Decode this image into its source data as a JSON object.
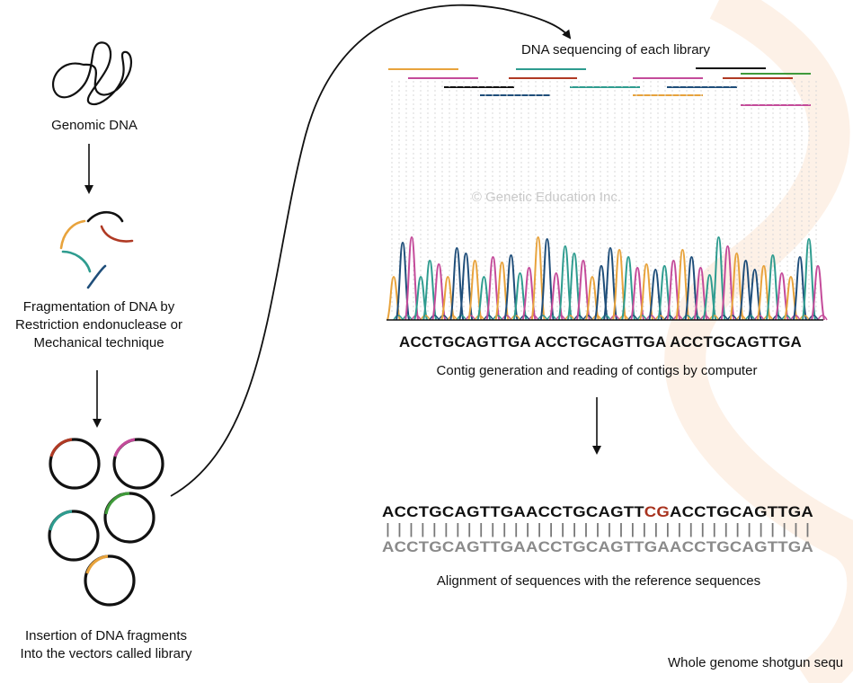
{
  "labels": {
    "genomic_dna": "Genomic DNA",
    "fragmentation_1": "Fragmentation of DNA by",
    "fragmentation_2": "Restriction endonuclease or",
    "fragmentation_3": "Mechanical technique",
    "insertion_1": "Insertion of DNA fragments",
    "insertion_2": "Into the vectors called library",
    "sequencing": "DNA sequencing of each library",
    "contig": "Contig generation and reading of contigs by computer",
    "alignment": "Alignment of sequences with the reference sequences",
    "footer": "Whole genome shotgun sequ",
    "watermark": "© Genetic Education Inc."
  },
  "reads": {
    "sequence_line": "ACCTGCAGTTGA ACCTGCAGTTGA ACCTGCAGTTGA"
  },
  "alignment_seq": {
    "query_part1": "ACCTGCAGTTGAACCTGCAGTT",
    "query_variant": "CG",
    "query_part2": "ACCTGCAGTTGA",
    "bars": "|||||||||||||||||||||||||||||||||||||",
    "reference": "ACCTGCAGTTGAACCTGCAGTTGAACCTGCAGTTGA"
  },
  "colors": {
    "orange": "#e8a33c",
    "teal": "#2e9c8f",
    "navy": "#1f4e7a",
    "magenta": "#c44b9a",
    "red": "#b03a24",
    "green": "#3f9a3a",
    "black": "#111111",
    "variant": "#a8321e"
  }
}
